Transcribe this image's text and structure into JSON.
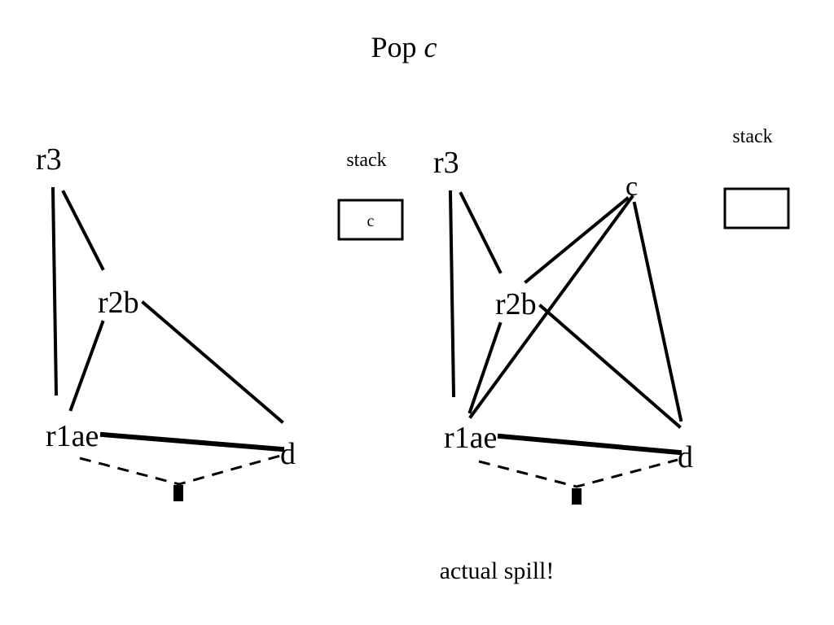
{
  "title": {
    "text": "Pop",
    "variable": "c"
  },
  "left_graph": {
    "nodes": {
      "r3": "r3",
      "r2b": "r2b",
      "r1ae": "r1ae",
      "d": "d"
    },
    "stack": {
      "label": "stack",
      "items": [
        "c"
      ]
    }
  },
  "right_graph": {
    "nodes": {
      "r3": "r3",
      "r2b": "r2b",
      "r1ae": "r1ae",
      "d": "d",
      "c": "c"
    },
    "stack": {
      "label": "stack",
      "items": []
    }
  },
  "caption": "actual spill!"
}
